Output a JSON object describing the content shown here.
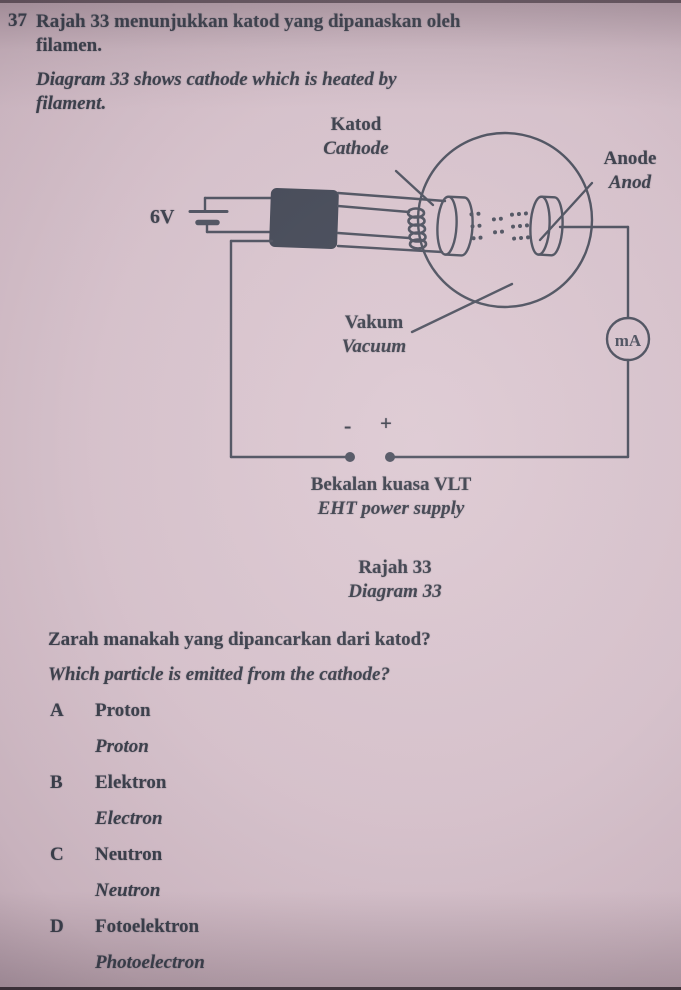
{
  "question": {
    "number": "37",
    "stem_ms": "Rajah 33 menunjukkan katod yang dipanaskan oleh filamen.",
    "stem_en": "Diagram 33 shows cathode which is heated by filament."
  },
  "diagram": {
    "labels": {
      "cathode_ms": "Katod",
      "cathode_en": "Cathode",
      "anode_en": "Anode",
      "anode_ms": "Anod",
      "battery_voltage": "6V",
      "vacuum_ms": "Vakum",
      "vacuum_en": "Vacuum",
      "meter": "mA",
      "terminal_negative": "-",
      "terminal_positive": "+",
      "supply_ms": "Bekalan kuasa VLT",
      "supply_en": "EHT power supply"
    },
    "caption_ms": "Rajah 33",
    "caption_en": "Diagram 33",
    "ink_color": "#4a4e5c"
  },
  "prompt": {
    "ms": "Zarah manakah yang dipancarkan dari katod?",
    "en": "Which particle is emitted from the cathode?"
  },
  "options": [
    {
      "letter": "A",
      "ms": "Proton",
      "en": "Proton"
    },
    {
      "letter": "B",
      "ms": "Elektron",
      "en": "Electron"
    },
    {
      "letter": "C",
      "ms": "Neutron",
      "en": "Neutron"
    },
    {
      "letter": "D",
      "ms": "Fotoelektron",
      "en": "Photoelectron"
    }
  ],
  "page": {
    "paper_color": "#d4bfc9",
    "ink_color": "#383c48"
  }
}
